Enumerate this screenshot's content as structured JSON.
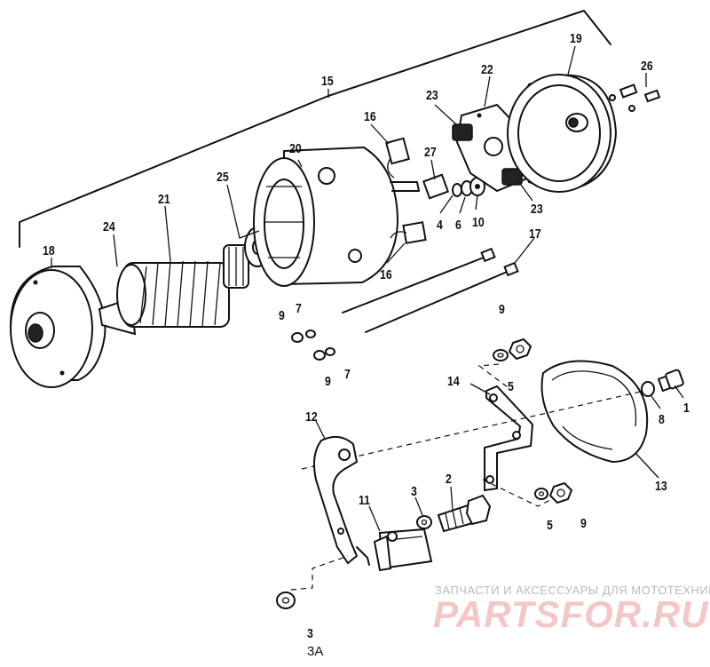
{
  "diagram": {
    "caption": "3A",
    "callouts": [
      {
        "id": "l15",
        "text": "15"
      },
      {
        "id": "l19",
        "text": "19"
      },
      {
        "id": "l26",
        "text": "26"
      },
      {
        "id": "l22",
        "text": "22"
      },
      {
        "id": "l23a",
        "text": "23"
      },
      {
        "id": "l16a",
        "text": "16"
      },
      {
        "id": "l20",
        "text": "20"
      },
      {
        "id": "l27",
        "text": "27"
      },
      {
        "id": "l25",
        "text": "25"
      },
      {
        "id": "l21",
        "text": "21"
      },
      {
        "id": "l24",
        "text": "24"
      },
      {
        "id": "l4",
        "text": "4"
      },
      {
        "id": "l6",
        "text": "6"
      },
      {
        "id": "l10",
        "text": "10"
      },
      {
        "id": "l23b",
        "text": "23"
      },
      {
        "id": "l18",
        "text": "18"
      },
      {
        "id": "l16b",
        "text": "16"
      },
      {
        "id": "l17",
        "text": "17"
      },
      {
        "id": "l9a",
        "text": "9"
      },
      {
        "id": "l7a",
        "text": "7"
      },
      {
        "id": "l9b",
        "text": "9"
      },
      {
        "id": "l7b",
        "text": "7"
      },
      {
        "id": "l9c",
        "text": "9"
      },
      {
        "id": "l5a",
        "text": "5"
      },
      {
        "id": "l14",
        "text": "14"
      },
      {
        "id": "l8",
        "text": "8"
      },
      {
        "id": "l1",
        "text": "1"
      },
      {
        "id": "l12",
        "text": "12"
      },
      {
        "id": "l13",
        "text": "13"
      },
      {
        "id": "l2",
        "text": "2"
      },
      {
        "id": "l3a",
        "text": "3"
      },
      {
        "id": "l11",
        "text": "11"
      },
      {
        "id": "l5b",
        "text": "5"
      },
      {
        "id": "l9d",
        "text": "9"
      },
      {
        "id": "l3b",
        "text": "3"
      }
    ]
  },
  "watermark": {
    "line1": "ЗАПЧАСТИ И АКСЕССУАРЫ ДЛЯ МОТОТЕХНИКИ",
    "line2": "PARTSFOR.RU"
  }
}
